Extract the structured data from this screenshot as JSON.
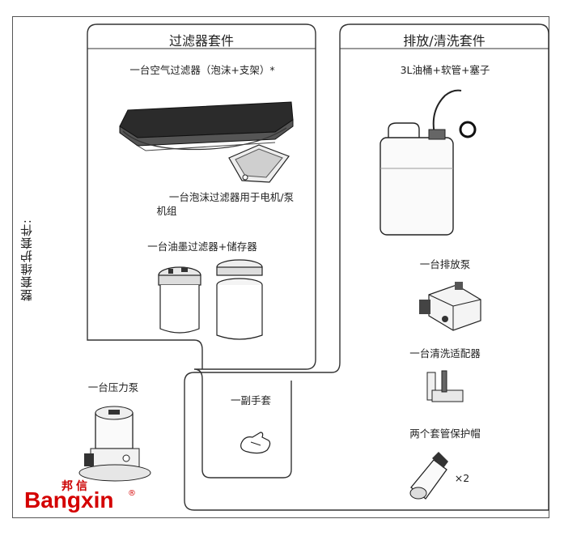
{
  "page": {
    "side_title": "整套维护套件:"
  },
  "filter_kit": {
    "title": "过滤器套件",
    "air_filter_label": "一台空气过滤器（泡沫+支架）*",
    "foam_filter_label_line1": "一台泡沫过滤器用于电机/泵",
    "foam_filter_label_line2": "机组",
    "ink_filter_label": "一台油墨过滤器+储存器"
  },
  "drain_kit": {
    "title": "排放/清洗套件",
    "canister_label": "3L油桶+软管+塞子",
    "pump_label": "一台排放泵",
    "adapter_label": "一台清洗适配器",
    "caps_label": "两个套管保护帽",
    "caps_qty": "×2"
  },
  "others": {
    "pressure_pump_label": "一台压力泵",
    "gloves_label": "一副手套"
  },
  "logo": {
    "cn": "邦信",
    "en": "Bangxin",
    "reg": "®",
    "brand_color": "#d40000"
  }
}
